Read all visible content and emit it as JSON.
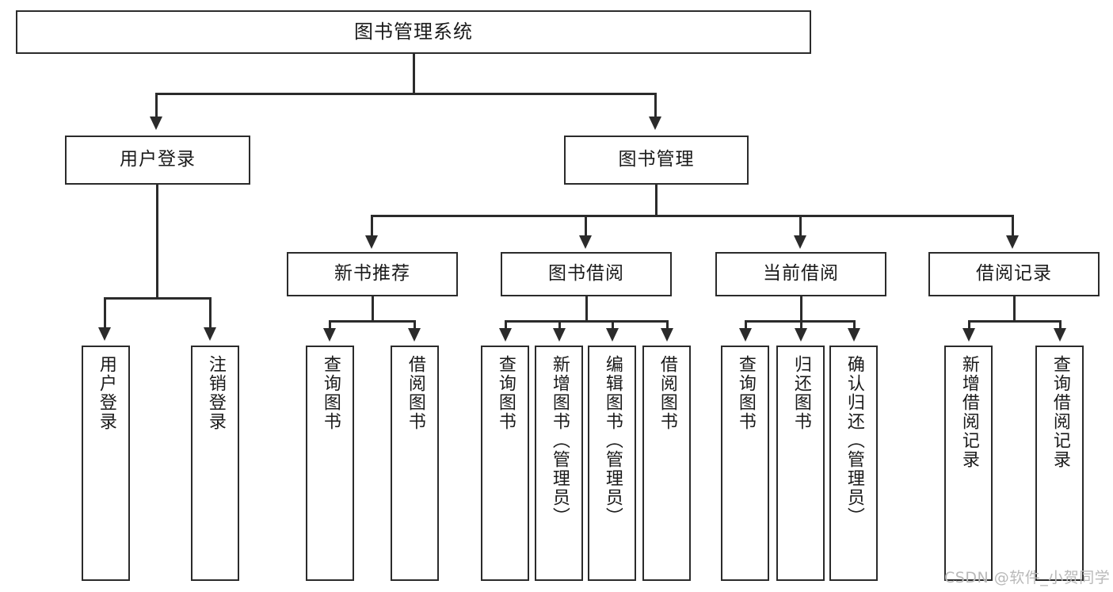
{
  "diagram": {
    "title": "图书管理系统",
    "type": "tree-hierarchy-diagram",
    "root": {
      "label": "图书管理系统"
    },
    "level2": [
      {
        "label": "用户登录"
      },
      {
        "label": "图书管理"
      }
    ],
    "level3": [
      {
        "label": "新书推荐"
      },
      {
        "label": "图书借阅"
      },
      {
        "label": "当前借阅"
      },
      {
        "label": "借阅记录"
      }
    ],
    "leaves": {
      "user_login": [
        {
          "label": "用户登录"
        },
        {
          "label": "注销登录"
        }
      ],
      "new_book_recommend": [
        {
          "label": "查询图书"
        },
        {
          "label": "借阅图书"
        }
      ],
      "book_borrow": [
        {
          "label": "查询图书"
        },
        {
          "label": "新增图书（管理员）"
        },
        {
          "label": "编辑图书（管理员）"
        },
        {
          "label": "借阅图书"
        }
      ],
      "current_borrow": [
        {
          "label": "查询图书"
        },
        {
          "label": "归还图书"
        },
        {
          "label": "确认归还（管理员）"
        }
      ],
      "borrow_record": [
        {
          "label": "新增借阅记录"
        },
        {
          "label": "查询借阅记录"
        }
      ]
    }
  },
  "watermark": {
    "text": "CSDN @软件_小贺同学"
  },
  "colors": {
    "stroke": "#2b2b2b",
    "fill": "#ffffff",
    "text": "#1a1a1a",
    "watermark": "#b9b9b9"
  }
}
